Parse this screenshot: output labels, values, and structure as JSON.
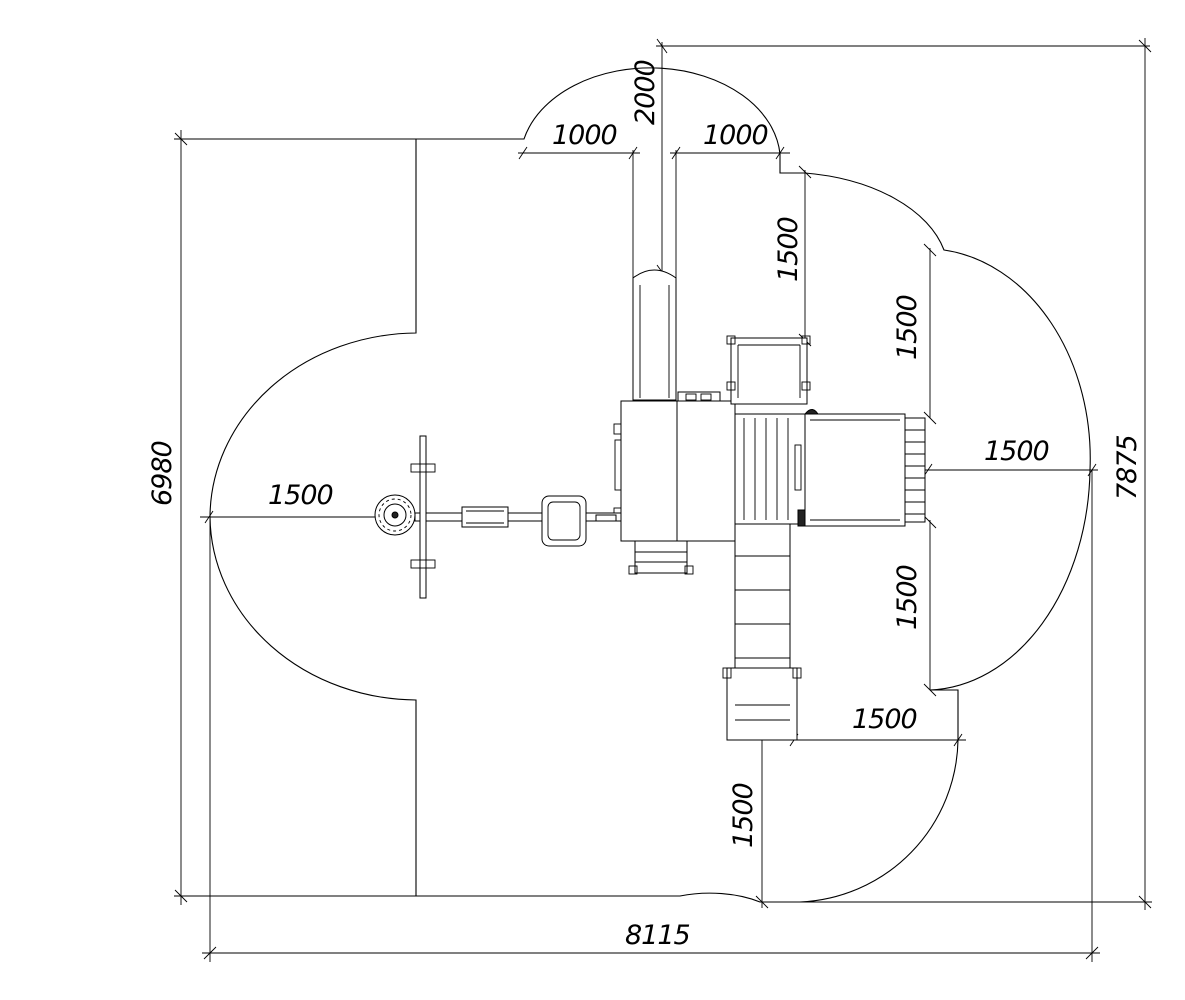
{
  "drawing": {
    "dimensions": {
      "d_top_2000": "2000",
      "d_top_left_1000": "1000",
      "d_top_right_1000": "1000",
      "d_right_upper_1500": "1500",
      "d_right_mid_1500": "1500",
      "d_right_horiz_1500": "1500",
      "d_right_lower_1500": "1500",
      "d_bottom_horiz_1500": "1500",
      "d_bottom_vert_1500": "1500",
      "d_left_1500": "1500",
      "d_height_6980": "6980",
      "d_total_height_7875": "7875",
      "d_total_width_8115": "8115"
    }
  }
}
